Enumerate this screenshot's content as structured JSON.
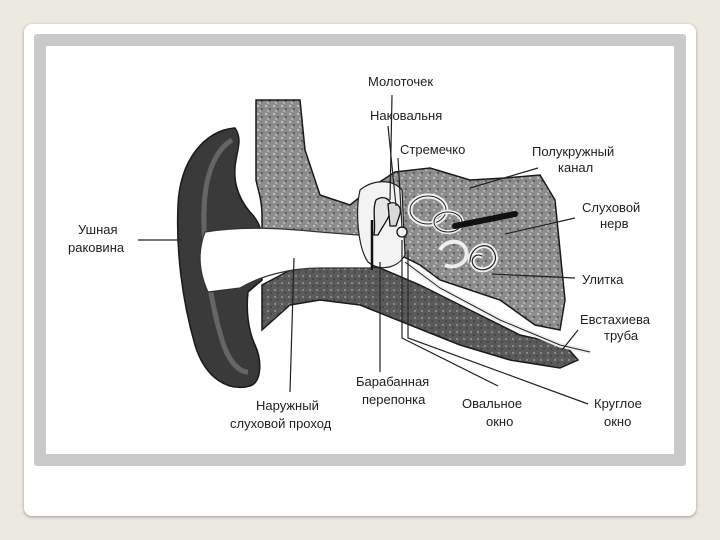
{
  "colors": {
    "slide_background": "#ece9e1",
    "card": "#ffffff",
    "frame": "#c9c9c9",
    "ink": "#1e1e1e",
    "tissue_dark": "#3a3a3a",
    "tissue_mid": "#7a7a7a",
    "bone_light": "#b8b8b8"
  },
  "diagram": {
    "labels": {
      "malleus": "Молоточек",
      "incus": "Наковальня",
      "stapes": "Стремечко",
      "semicircular_line1": "Полукружный",
      "semicircular_line2": "канал",
      "auditory_nerve_line1": "Слуховой",
      "auditory_nerve_line2": "нерв",
      "cochlea": "Улитка",
      "eustachian_line1": "Евстахиева",
      "eustachian_line2": "труба",
      "round_window_line1": "Круглое",
      "round_window_line2": "окно",
      "oval_window_line1": "Овальное",
      "oval_window_line2": "окно",
      "eardrum_line1": "Барабанная",
      "eardrum_line2": "перепонка",
      "ear_canal_line1": "Наружный",
      "ear_canal_line2": "слуховой проход",
      "auricle_line1": "Ушная",
      "auricle_line2": "раковина"
    }
  }
}
